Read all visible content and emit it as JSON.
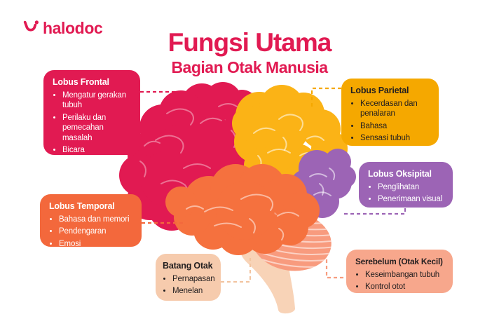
{
  "brand": {
    "name": "halodoc"
  },
  "title": {
    "main": "Fungsi Utama",
    "subtitle": "Bagian Otak Manusia"
  },
  "colors": {
    "brand_pink": "#E11A52",
    "yellow_box": "#F5A800",
    "yellow_lobe": "#FBB316",
    "orange_box": "#F3683C",
    "orange_lobe": "#F5713E",
    "purple": "#9C64B5",
    "peach_box": "#F6CBAD",
    "salmon_box": "#F7A78C",
    "cerebellum": "#F89B7E",
    "brainstem": "#F8D3B7"
  },
  "labels": {
    "frontal": {
      "title": "Lobus Frontal",
      "bullets": [
        "Mengatur gerakan tubuh",
        "Perilaku dan pemecahan masalah",
        "Bicara"
      ]
    },
    "parietal": {
      "title": "Lobus Parietal",
      "bullets": [
        "Kecerdasan dan penalaran",
        "Bahasa",
        "Sensasi tubuh"
      ]
    },
    "oksipital": {
      "title": "Lobus Oksipital",
      "bullets": [
        "Penglihatan",
        "Penerimaan visual"
      ]
    },
    "temporal": {
      "title": "Lobus Temporal",
      "bullets": [
        "Bahasa dan memori",
        "Pendengaran",
        "Emosi"
      ]
    },
    "batang": {
      "title": "Batang Otak",
      "bullets": [
        "Pernapasan",
        "Menelan"
      ]
    },
    "serebelum": {
      "title": "Serebelum (Otak Kecil)",
      "bullets": [
        "Keseimbangan tubuh",
        "Kontrol otot"
      ]
    }
  }
}
